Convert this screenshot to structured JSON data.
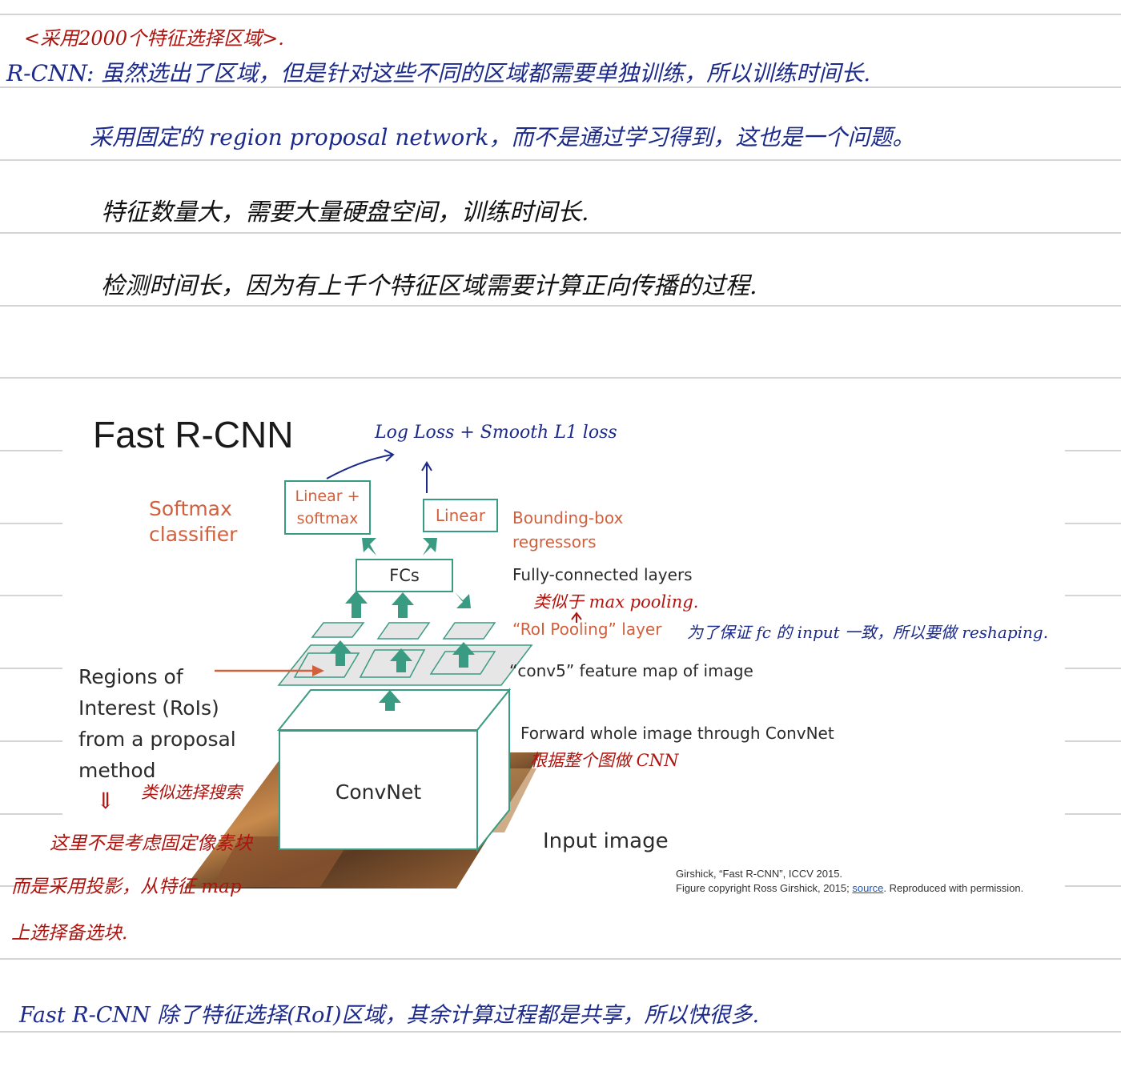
{
  "notes": {
    "line0": "<采用2000个特征选择区域>.",
    "line1": "R-CNN: 虽然选出了区域，但是针对这些不同的区域都需要单独训练，所以训练时间长.",
    "line2": "采用固定的 region proposal network，而不是通过学习得到，这也是一个问题。",
    "line3": "特征数量大，需要大量硬盘空间，训练时间长.",
    "line4": "检测时间长，因为有上千个特征区域需要计算正向传播的过程.",
    "bottom": "Fast R-CNN 除了特征选择(RoI)区域，其余计算过程都是共享，所以快很多."
  },
  "slide": {
    "title": "Fast R-CNN",
    "softmax_classifier": [
      "Softmax",
      "classifier"
    ],
    "linear_softmax_box": [
      "Linear +",
      "softmax"
    ],
    "linear_box": "Linear",
    "bbox_regressors": [
      "Bounding-box",
      "regressors"
    ],
    "fcs_box": "FCs",
    "fc_layers_label": "Fully-connected layers",
    "roi_pooling_label": "“RoI Pooling” layer",
    "conv5_label": "“conv5” feature map of image",
    "regions_label": [
      "Regions of",
      "Interest (RoIs)",
      "from a proposal",
      "method"
    ],
    "forward_label": "Forward whole image through ConvNet",
    "convnet_box": "ConvNet",
    "input_image_label": "Input image",
    "citation_1": "Girshick, “Fast R-CNN”, ICCV 2015.",
    "citation_2_pre": "Figure copyright Ross Girshick, 2015; ",
    "citation_2_link": "source",
    "citation_2_post": ". Reproduced with permission."
  },
  "annotations": {
    "loss": "Log Loss + Smooth L1 loss",
    "max_pooling": "类似于 max pooling.",
    "reshaping": "为了保证 fc 的 input 一致，所以要做 reshaping.",
    "cnn_whole": "根据整个图做 CNN",
    "selective_search": "类似选择搜索",
    "down_arrow": "⇓",
    "proj_1": "这里不是考虑固定像素块",
    "proj_2": "而是采用投影，从特征 map",
    "proj_3": "上选择备选块."
  },
  "colors": {
    "teal": "#3a9b83",
    "orange": "#d1603d",
    "ink_blue": "#1c2a8a",
    "ink_red": "#b0140f",
    "rule": "#d4d4d4"
  }
}
